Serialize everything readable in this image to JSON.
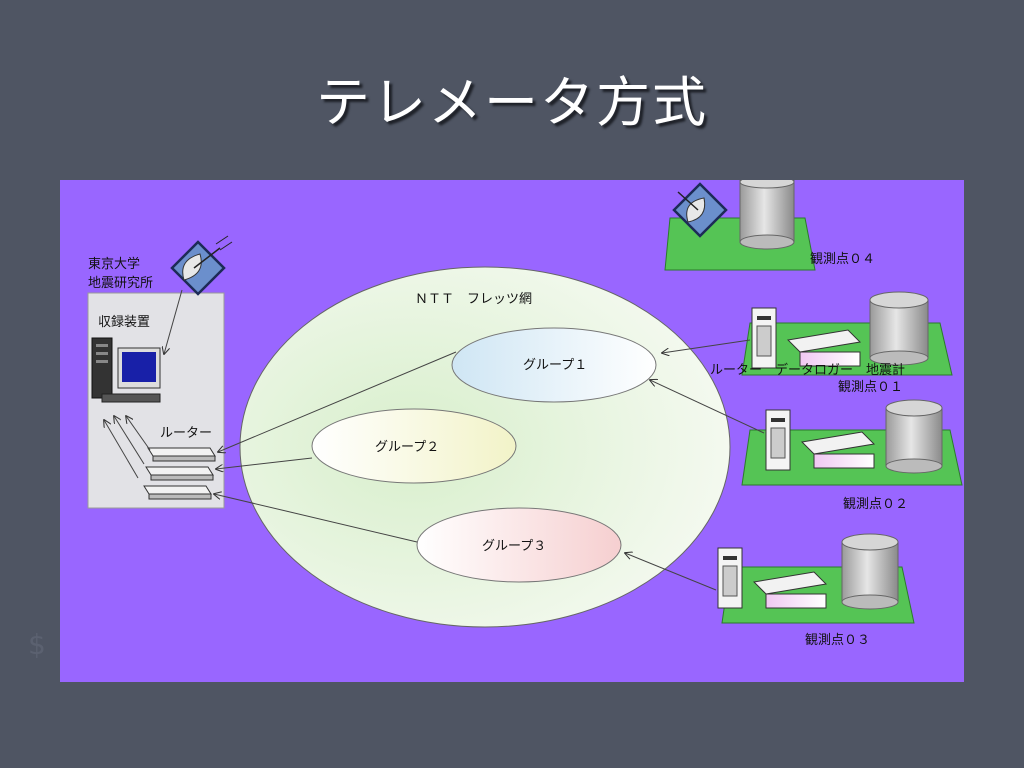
{
  "slide": {
    "title": "テレメータ方式"
  },
  "colors": {
    "background": "#4f5563",
    "panel": "#9966ff",
    "network": "#e8f4df",
    "platform": "#55c455"
  },
  "center": {
    "org_line1": "東京大学",
    "org_line2": "地震研究所",
    "collector_label": "収録装置",
    "router_label": "ルーター"
  },
  "network": {
    "label": "ＮＴＴ　フレッツ網",
    "groups": [
      {
        "label": "グループ１"
      },
      {
        "label": "グループ２"
      },
      {
        "label": "グループ３"
      }
    ]
  },
  "stations": {
    "s04": {
      "label": "観測点０４"
    },
    "s01": {
      "label": "観測点０１",
      "device_labels": "ルーター　データロガー　地震計"
    },
    "s02": {
      "label": "観測点０２"
    },
    "s03": {
      "label": "観測点０３"
    }
  },
  "icons": [
    "satellite-dish-icon",
    "computer-icon",
    "router-icon",
    "server-tower-icon",
    "data-logger-icon",
    "seismometer-icon"
  ]
}
